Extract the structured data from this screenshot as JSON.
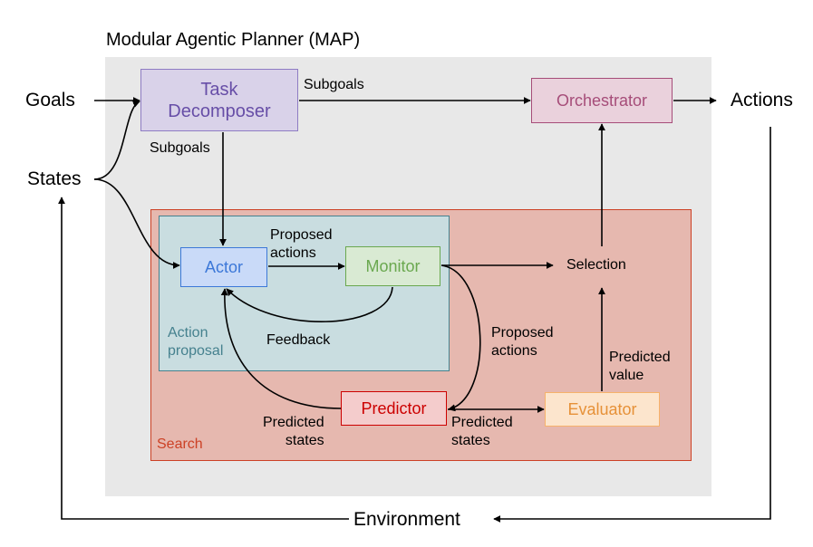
{
  "title": "Modular Agentic Planner (MAP)",
  "inputs": {
    "goals": "Goals",
    "states": "States"
  },
  "outputs": {
    "actions": "Actions",
    "environment": "Environment"
  },
  "modules": {
    "task_decomposer": "Task\nDecomposer",
    "orchestrator": "Orchestrator",
    "actor": "Actor",
    "monitor": "Monitor",
    "predictor": "Predictor",
    "evaluator": "Evaluator",
    "selection": "Selection"
  },
  "regions": {
    "action_proposal": "Action\nproposal",
    "search": "Search"
  },
  "edge_labels": {
    "subgoals_top": "Subgoals",
    "subgoals_down": "Subgoals",
    "proposed_actions_top": "Proposed\nactions",
    "feedback": "Feedback",
    "proposed_actions_right": "Proposed\nactions",
    "predicted_value": "Predicted\nvalue",
    "predicted_states_left": "Predicted\nstates",
    "predicted_states_right": "Predicted\nstates"
  },
  "colors": {
    "map_panel": "#e8e8e8",
    "search_fill": "#e6b8af",
    "search_border": "#cc4125",
    "action_fill": "#c9dde0",
    "action_border": "#45818e",
    "task_decomposer": "#674ea7",
    "orchestrator": "#a64d79",
    "actor": "#3c78d8",
    "monitor": "#6aa84f",
    "predictor": "#cc0000",
    "evaluator": "#e69138"
  }
}
